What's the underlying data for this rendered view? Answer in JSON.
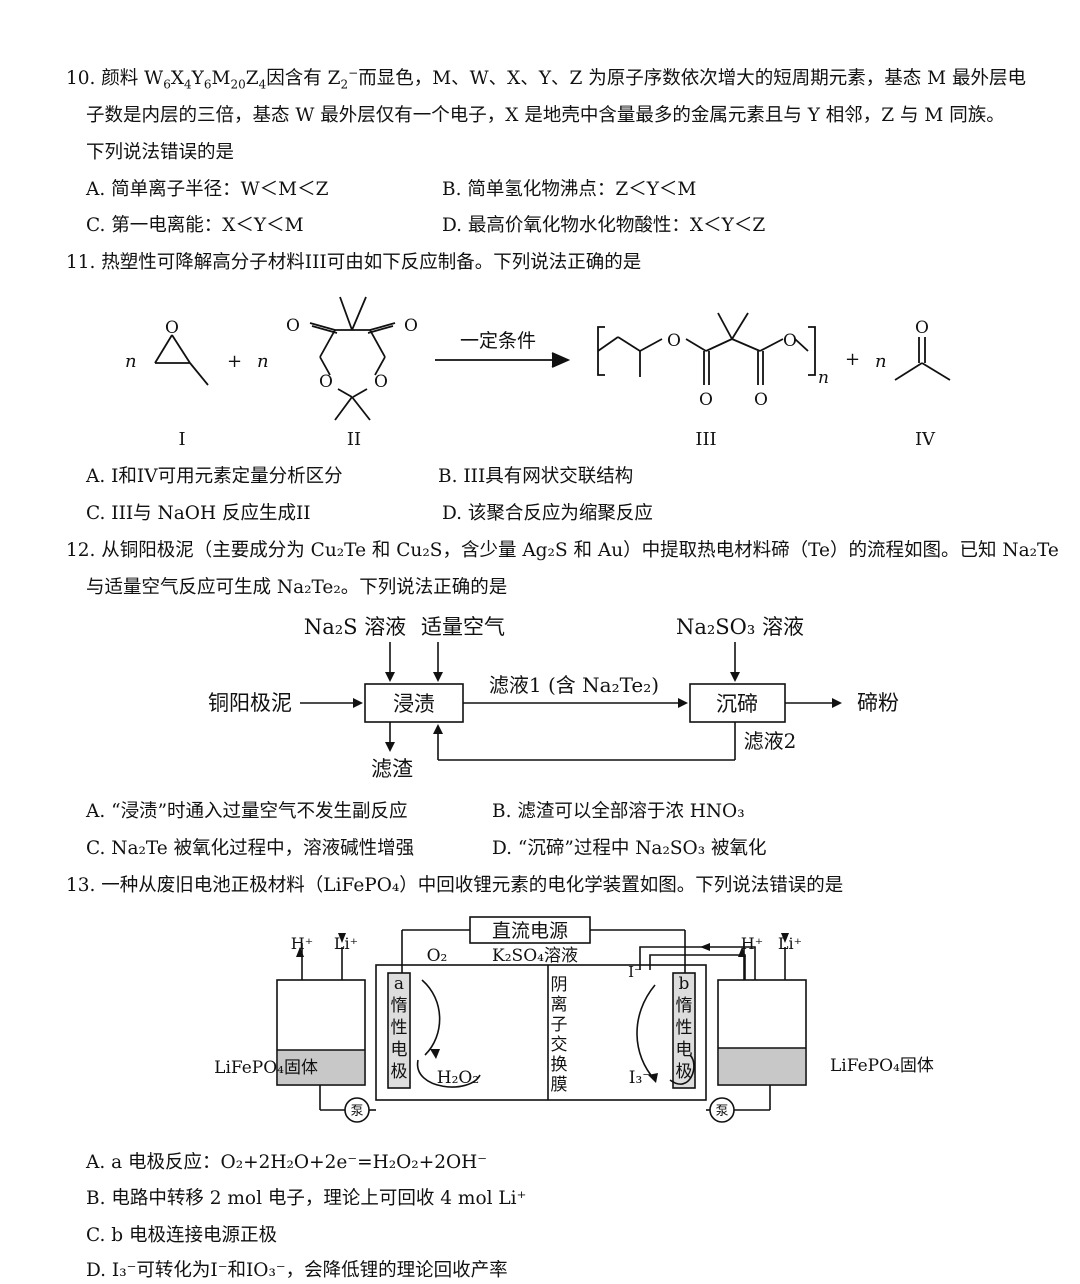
{
  "q10": {
    "stem_l1_a": "10. 颜料 W",
    "stem_l1_b": "X",
    "stem_l1_c": "Y",
    "stem_l1_d": "M",
    "stem_l1_e": "Z",
    "stem_l1_f": "因含有 Z",
    "stem_l1_g": "而显色，M、W、X、Y、Z 为原子序数依次增大的短周期元素，基态 M 最外层电",
    "sub6": "6",
    "sub4": "4",
    "sub20": "20",
    "sub2": "2",
    "supminus": "−",
    "stem_l2": "子数是内层的三倍，基态 W 最外层仅有一个电子，X 是地壳中含量最多的金属元素且与 Y 相邻，Z 与 M 同族。",
    "stem_l3": "下列说法错误的是",
    "A": "A.  简单离子半径：W＜M＜Z",
    "B": "B.  简单氢化物沸点：Z＜Y＜M",
    "C": "C.  第一电离能：X＜Y＜M",
    "D": "D.  最高价氧化物水化物酸性：X＜Y＜Z"
  },
  "q11": {
    "stem": "11.  热塑性可降解高分子材料III可由如下反应制备。下列说法正确的是",
    "arrow_label": "一定条件",
    "n": "n",
    "plus": "+",
    "O": "O",
    "label_I": "I",
    "label_II": "II",
    "label_III": "III",
    "label_IV": "IV",
    "A": "A. I和IV可用元素定量分析区分",
    "B": "B. III具有网状交联结构",
    "C": "C. III与 NaOH 反应生成II",
    "D": "D.  该聚合反应为缩聚反应"
  },
  "q12": {
    "stem_l1": "12.  从铜阳极泥（主要成分为 Cu₂Te 和 Cu₂S，含少量 Ag₂S 和 Au）中提取热电材料碲（Te）的流程如图。已知 Na₂Te",
    "stem_l2": "与适量空气反应可生成 Na₂Te₂。下列说法正确的是",
    "flow": {
      "in1": "Na₂S 溶液",
      "in2": "适量空气",
      "in3": "Na₂SO₃ 溶液",
      "src": "铜阳极泥",
      "box1": "浸渍",
      "box2": "沉碲",
      "filtrate1": "滤液1 (含 Na₂Te₂)",
      "filtrate2": "滤液2",
      "residue": "滤渣",
      "product": "碲粉"
    },
    "A": "A.  “浸渍”时通入过量空气不发生副反应",
    "B": "B.  滤渣可以全部溶于浓 HNO₃",
    "C": "C. Na₂Te 被氧化过程中，溶液碱性增强",
    "D": "D.  “沉碲”过程中 Na₂SO₃ 被氧化"
  },
  "q13": {
    "stem": "13.  一种从废旧电池正极材料（LiFePO₄）中回收锂元素的电化学装置如图。下列说法错误的是",
    "dev": {
      "power": "直流电源",
      "o2": "O₂",
      "k2so4": "K₂SO₄溶液",
      "h_left": "H⁺",
      "li_left": "Li⁺",
      "h_right": "H⁺",
      "li_right": "Li⁺",
      "elec_a": "a 惰 性 电 极",
      "elec_b": "b 惰 性 电 极",
      "membrane": "阴 离 子 交 换 膜",
      "h2o2": "H₂O₂",
      "iminus": "I⁻",
      "i3": "I₃⁻",
      "solid_left": "LiFePO₄固体",
      "solid_right": "LiFePO₄固体",
      "pump": "泵"
    },
    "A": "A.  a 电极反应：O₂+2H₂O+2e⁻=H₂O₂+2OH⁻",
    "B": "B.  电路中转移 2 mol 电子，理论上可回收 4 mol Li⁺",
    "C": "C. b 电极连接电源正极",
    "D": "D.  I₃⁻可转化为I⁻和IO₃⁻，会降低锂的理论回收产率"
  }
}
